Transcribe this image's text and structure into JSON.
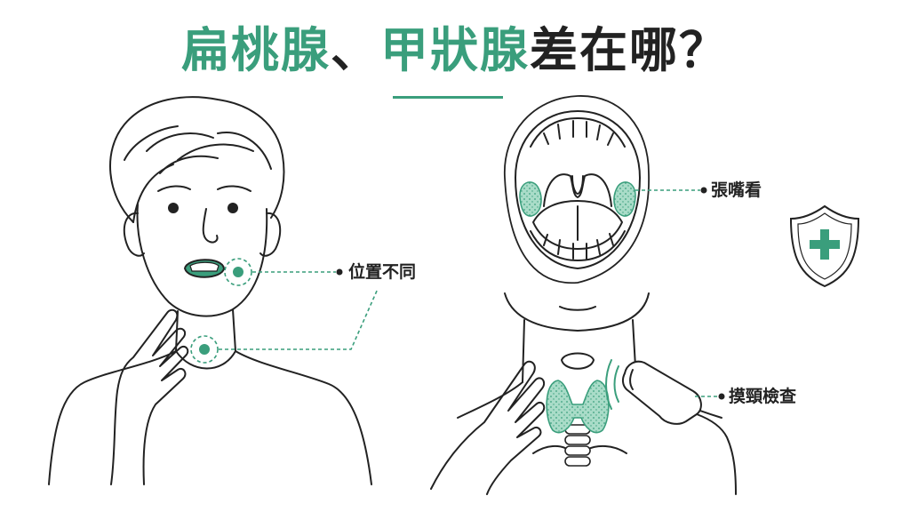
{
  "title": {
    "part1": "扁桃腺",
    "sep": "、",
    "part2": "甲狀腺",
    "part3": "差在哪？"
  },
  "colors": {
    "accent": "#3a9e7c",
    "gland_fill": "#a9dcc8",
    "ink": "#222222"
  },
  "callouts": {
    "position": "位置不同",
    "open_mouth": "張嘴看",
    "palpate": "摸頸檢查"
  },
  "icons": [
    "shield-plus-icon",
    "ultrasound-probe-icon"
  ]
}
